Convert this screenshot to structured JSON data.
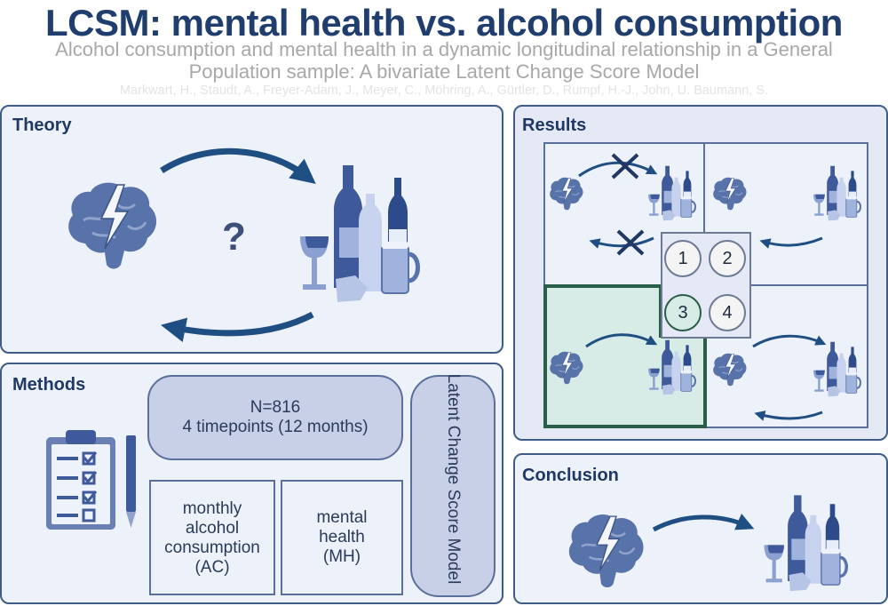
{
  "header": {
    "title": "LCSM: mental health vs. alcohol consumption",
    "subtitle_line1": "Alcohol consumption and mental health in a dynamic longitudinal relationship in a General",
    "subtitle_line2": "Population sample: A bivariate Latent Change Score Model",
    "authors": "Markwart, H., Staudt, A., Freyer-Adam, J., Meyer, C., Möhring, A., Gürtler, D., Rumpf, H.-J., John, U. Baumann, S."
  },
  "theory": {
    "label": "Theory",
    "question_mark": "?"
  },
  "methods": {
    "label": "Methods",
    "sample_line1": "N=816",
    "sample_line2": "4 timepoints (12 months)",
    "model": "Latent Change Score Model",
    "var_ac_line1": "monthly",
    "var_ac_line2": "alcohol",
    "var_ac_line3": "consumption",
    "var_ac_line4": "(AC)",
    "var_mh_line1": "mental",
    "var_mh_line2": "health",
    "var_mh_line3": "(MH)"
  },
  "results": {
    "label": "Results",
    "circles": [
      "1",
      "2",
      "3",
      "4"
    ],
    "highlighted_quadrant": "3"
  },
  "conclusion": {
    "label": "Conclusion"
  },
  "icons": {
    "brain": "brain-lightning-icon",
    "bottles": "alcohol-bottles-icon",
    "clipboard": "clipboard-checklist-icon",
    "pen": "pen-icon",
    "arrow": "curved-arrow-icon",
    "cross": "cross-icon"
  },
  "colors": {
    "title": "#1f3e6e",
    "panel_bg": "#edf1f9",
    "panel_border": "#3f5c86",
    "highlight_bg": "#d7ece7",
    "highlight_border": "#2a5e48",
    "arrow": "#1f4f82",
    "icon": "#5872aa"
  }
}
